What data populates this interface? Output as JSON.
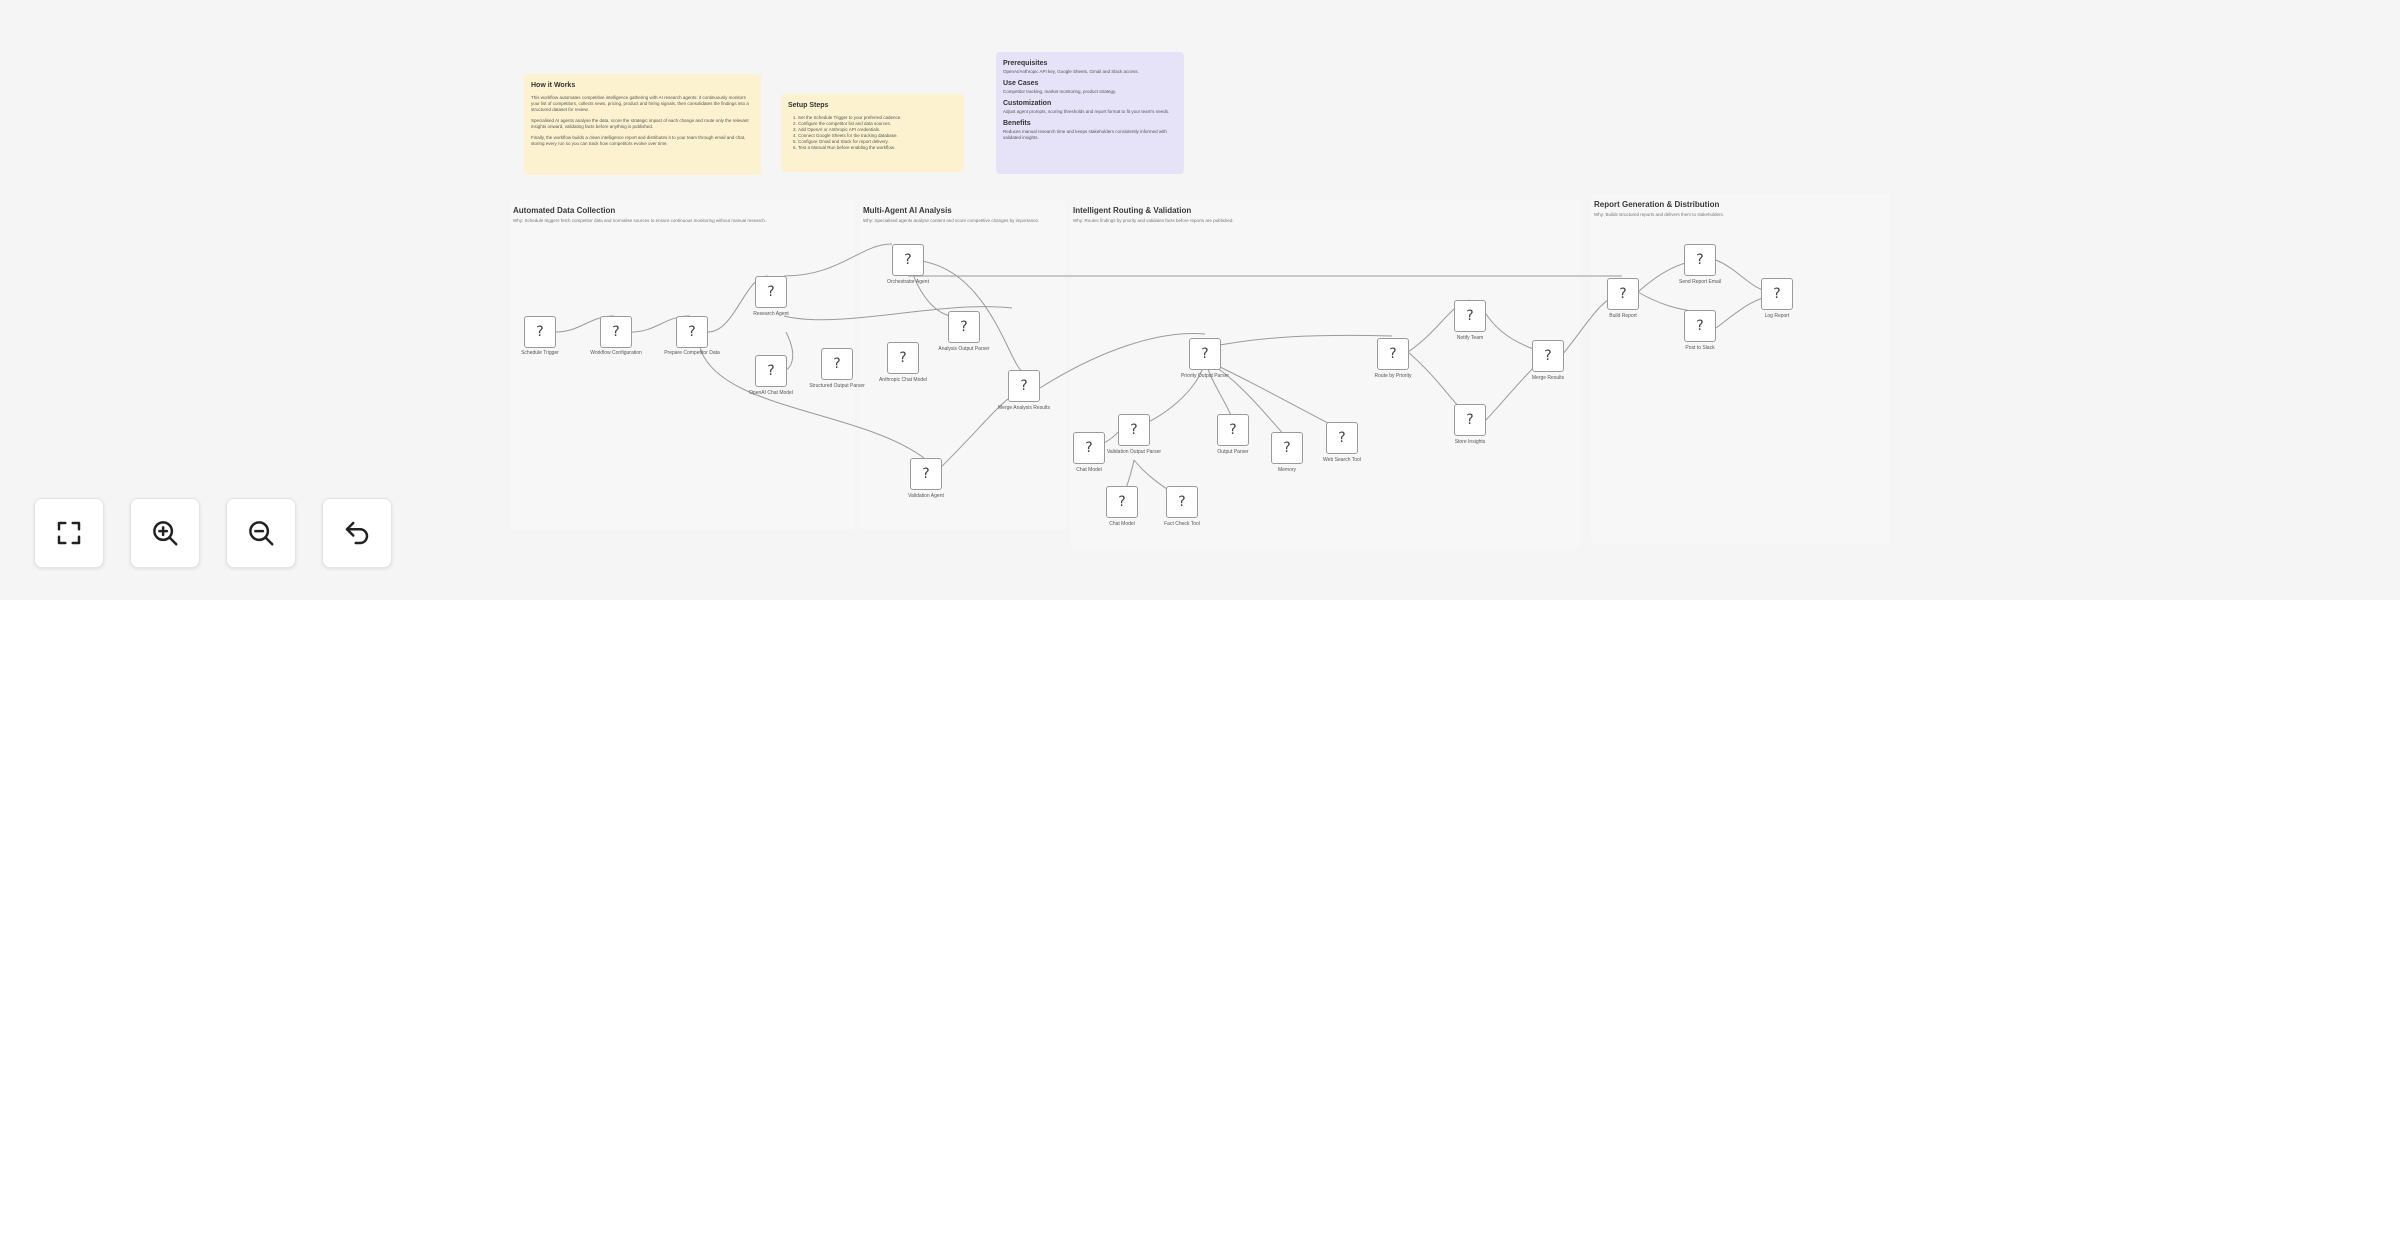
{
  "notes": {
    "how_it_works": {
      "title": "How it Works",
      "paragraphs": [
        "This workflow automates competitive intelligence gathering with AI research agents: it continuously monitors your list of competitors, collects news, pricing, product and hiring signals, then consolidates the findings into a structured dataset for review.",
        "Specialised AI agents analyse the data, score the strategic impact of each change and route only the relevant insights onward, validating facts before anything is published.",
        "Finally, the workflow builds a clean intelligence report and distributes it to your team through email and chat, storing every run so you can track how competitors evolve over time."
      ]
    },
    "setup": {
      "title": "Setup Steps",
      "steps": [
        "Set the Schedule Trigger to your preferred cadence.",
        "Configure the competitor list and data sources.",
        "Add OpenAI or Anthropic API credentials.",
        "Connect Google Sheets for the tracking database.",
        "Configure Gmail and Slack for report delivery.",
        "Test a Manual Run before enabling the workflow."
      ]
    },
    "info": {
      "sections": [
        {
          "title": "Prerequisites",
          "text": "OpenAI/Anthropic API key, Google Sheets, Gmail and Slack access."
        },
        {
          "title": "Use Cases",
          "text": "Competitor tracking, market monitoring, product strategy."
        },
        {
          "title": "Customization",
          "text": "Adjust agent prompts, scoring thresholds and report format to fit your team's needs."
        },
        {
          "title": "Benefits",
          "text": "Reduces manual research time and keeps stakeholders consistently informed with validated insights."
        }
      ]
    }
  },
  "sections": [
    {
      "title": "Automated Data Collection",
      "description": "Why: Schedule triggers fetch competitor data and normalise sources to ensure continuous monitoring without manual research."
    },
    {
      "title": "Multi-Agent AI Analysis",
      "description": "Why: Specialised agents analyse content and score competitive changes by importance."
    },
    {
      "title": "Intelligent Routing & Validation",
      "description": "Why: Routes findings by priority and validates facts before reports are published."
    },
    {
      "title": "Report Generation & Distribution",
      "description": "Why: Builds structured reports and delivers them to stakeholders."
    }
  ],
  "nodes": [
    {
      "id": "n1",
      "glyph": "?",
      "label": "Schedule Trigger"
    },
    {
      "id": "n2",
      "glyph": "?",
      "label": "Workflow Configuration"
    },
    {
      "id": "n3",
      "glyph": "?",
      "label": "Prepare Competitor Data"
    },
    {
      "id": "n4",
      "glyph": "?",
      "label": "Research Agent"
    },
    {
      "id": "n5",
      "glyph": "?",
      "label": "OpenAI Chat Model"
    },
    {
      "id": "n6",
      "glyph": "?",
      "label": "Structured Output Parser"
    },
    {
      "id": "n7",
      "glyph": "?",
      "label": "Orchestrator Agent"
    },
    {
      "id": "n8",
      "glyph": "?",
      "label": "Anthropic Chat Model"
    },
    {
      "id": "n9",
      "glyph": "?",
      "label": "Analysis Output Parser"
    },
    {
      "id": "n10",
      "glyph": "?",
      "label": "Merge Analysis Results"
    },
    {
      "id": "n11",
      "glyph": "?",
      "label": "Validation Agent"
    },
    {
      "id": "n12",
      "glyph": "?",
      "label": "Chat Model"
    },
    {
      "id": "n13",
      "glyph": "?",
      "label": "Validation Output Parser"
    },
    {
      "id": "n14",
      "glyph": "?",
      "label": "Chat Model"
    },
    {
      "id": "n15",
      "glyph": "?",
      "label": "Fact Check Tool"
    },
    {
      "id": "n16",
      "glyph": "?",
      "label": "Output Parser"
    },
    {
      "id": "n17",
      "glyph": "?",
      "label": "Memory"
    },
    {
      "id": "n18",
      "glyph": "?",
      "label": "Web Search Tool"
    },
    {
      "id": "n19",
      "glyph": "?",
      "label": "Priority Output Parser"
    },
    {
      "id": "n20",
      "glyph": "?",
      "label": "Route by Priority"
    },
    {
      "id": "n21",
      "glyph": "?",
      "label": "Notify Team"
    },
    {
      "id": "n22",
      "glyph": "?",
      "label": "Store Insights"
    },
    {
      "id": "n23",
      "glyph": "?",
      "label": "Merge Results"
    },
    {
      "id": "n24",
      "glyph": "?",
      "label": "Build Report"
    },
    {
      "id": "n25",
      "glyph": "?",
      "label": "Send Report Email"
    },
    {
      "id": "n26",
      "glyph": "?",
      "label": "Post to Slack"
    },
    {
      "id": "n27",
      "glyph": "?",
      "label": "Log Report"
    }
  ],
  "controls": {
    "fit_view": "fit-view-icon",
    "zoom_in": "zoom-in-icon",
    "zoom_out": "zoom-out-icon",
    "reset": "undo-icon"
  }
}
